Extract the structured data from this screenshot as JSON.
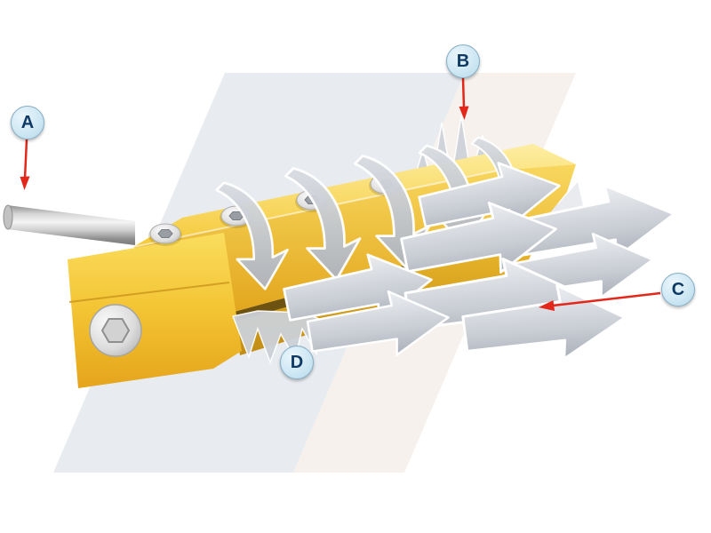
{
  "diagram": {
    "callouts": [
      {
        "label": "A"
      },
      {
        "label": "B"
      },
      {
        "label": "C"
      },
      {
        "label": "D"
      }
    ],
    "colors": {
      "body_yellow_light": "#FDEEA2",
      "body_yellow": "#F6CC43",
      "body_gold_dark": "#E2A61D",
      "slot_dark": "#6E5212",
      "airflow_gray": "#C7CCD3",
      "metal_tube_gray": "#D6D6D6",
      "pointer_red": "#E3271A",
      "callout_fill": "#CFE8F4",
      "callout_border": "#85AEC6",
      "callout_text": "#0E3A63",
      "background_band_left": "#E8ECF1",
      "background_band_right": "#F6F1EC"
    }
  }
}
